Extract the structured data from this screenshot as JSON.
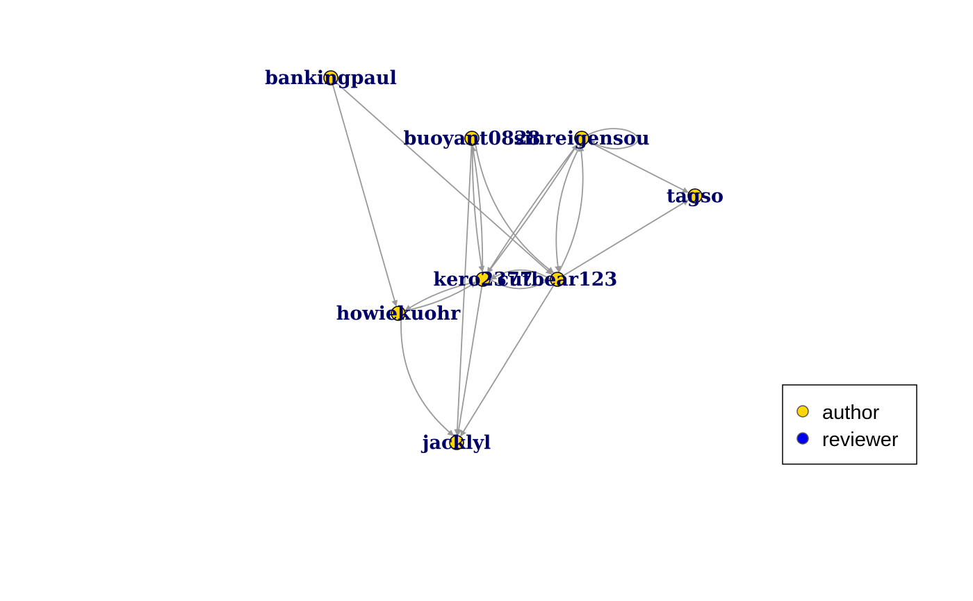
{
  "graph": {
    "nodes": [
      {
        "id": "bankingpaul",
        "label": "bankingpaul",
        "role": "author"
      },
      {
        "id": "buoyant0828",
        "label": "buoyant0828",
        "role": "author"
      },
      {
        "id": "sinreigensou",
        "label": "sinreigensou",
        "role": "author"
      },
      {
        "id": "tagso",
        "label": "tagso",
        "role": "author"
      },
      {
        "id": "kero2377",
        "label": "kero2377",
        "role": "author"
      },
      {
        "id": "cutbear123",
        "label": "cutbear123",
        "role": "author"
      },
      {
        "id": "howiekuohr",
        "label": "howiekuohr",
        "role": "author"
      },
      {
        "id": "jacklyl",
        "label": "jacklyl",
        "role": "author"
      }
    ],
    "edges": [
      {
        "from": "bankingpaul",
        "to": "howiekuohr"
      },
      {
        "from": "bankingpaul",
        "to": "cutbear123"
      },
      {
        "from": "buoyant0828",
        "to": "kero2377"
      },
      {
        "from": "buoyant0828",
        "to": "cutbear123"
      },
      {
        "from": "buoyant0828",
        "to": "jacklyl"
      },
      {
        "from": "sinreigensou",
        "to": "sinreigensou"
      },
      {
        "from": "sinreigensou",
        "to": "tagso"
      },
      {
        "from": "sinreigensou",
        "to": "kero2377"
      },
      {
        "from": "sinreigensou",
        "to": "cutbear123"
      },
      {
        "from": "kero2377",
        "to": "buoyant0828"
      },
      {
        "from": "kero2377",
        "to": "sinreigensou"
      },
      {
        "from": "kero2377",
        "to": "howiekuohr"
      },
      {
        "from": "kero2377",
        "to": "cutbear123"
      },
      {
        "from": "kero2377",
        "to": "jacklyl"
      },
      {
        "from": "cutbear123",
        "to": "tagso"
      },
      {
        "from": "cutbear123",
        "to": "sinreigensou"
      },
      {
        "from": "cutbear123",
        "to": "kero2377"
      },
      {
        "from": "cutbear123",
        "to": "jacklyl"
      },
      {
        "from": "howiekuohr",
        "to": "kero2377"
      },
      {
        "from": "howiekuohr",
        "to": "jacklyl"
      }
    ]
  },
  "legend": {
    "items": [
      {
        "label": "author",
        "color": "#FFD700"
      },
      {
        "label": "reviewer",
        "color": "#0000EE"
      }
    ]
  },
  "colors": {
    "author": "#FFD700",
    "reviewer": "#0000EE",
    "edge": "#999999",
    "label": "#000066"
  }
}
